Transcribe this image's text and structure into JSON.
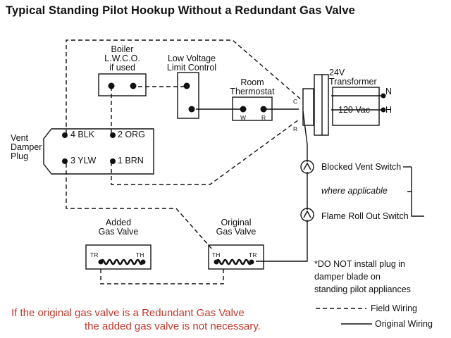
{
  "title": "Typical Standing Pilot Hookup Without a Redundant Gas Valve",
  "components": {
    "boiler_lwco": {
      "line1": "Boiler",
      "line2": "L.W.C.O.",
      "line3": "if used"
    },
    "limit_control": {
      "line1": "Low Voltage",
      "line2": "Limit Control"
    },
    "thermostat": {
      "line1": "Room",
      "line2": "Thermostat",
      "term_w": "W",
      "term_r": "R"
    },
    "transformer": {
      "line1": "24V",
      "line2": "Transformer",
      "voltage": "120 Vac",
      "term_n": "N",
      "term_h": "H",
      "term_c": "C",
      "term_r": "R"
    },
    "vent_damper": {
      "line1": "Vent",
      "line2": "Damper",
      "line3": "Plug",
      "pins": [
        "4 BLK",
        "2 ORG",
        "3 YLW",
        "1 BRN"
      ]
    },
    "added_valve": {
      "line1": "Added",
      "line2": "Gas Valve",
      "term_tr": "TR",
      "term_th": "TH"
    },
    "original_valve": {
      "line1": "Original",
      "line2": "Gas Valve",
      "term_th": "TH",
      "term_tr": "TR"
    }
  },
  "switches": {
    "blocked_vent": "Blocked Vent Switch",
    "where_applicable": "where applicable",
    "flame_rollout": "Flame Roll Out Switch"
  },
  "note": {
    "line1": "*DO NOT install plug in",
    "line2": "damper blade on",
    "line3": "standing pilot appliances"
  },
  "legend": {
    "field": "Field Wiring",
    "original": "Original Wiring"
  },
  "warning": {
    "line1": "If the original gas valve is a Redundant Gas Valve",
    "line2": "the added gas valve is not necessary."
  },
  "colors": {
    "ink": "#111111",
    "warning": "#c0392b"
  }
}
